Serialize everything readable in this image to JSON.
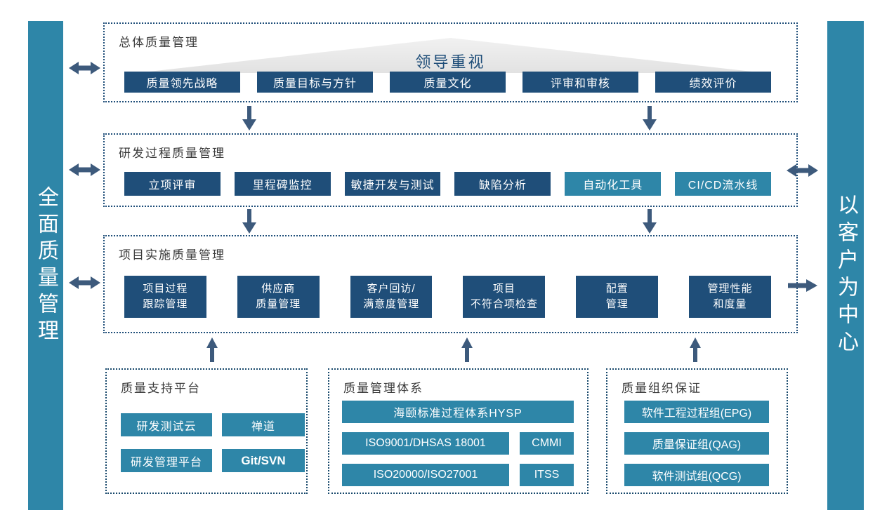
{
  "left_bar": {
    "label": "全面质量管理"
  },
  "right_bar": {
    "label": "以客户为中心"
  },
  "sections": {
    "overall": {
      "title": "总体质量管理",
      "banner": "领导重视",
      "items": [
        "质量领先战略",
        "质量目标与方针",
        "质量文化",
        "评审和审核",
        "绩效评价"
      ]
    },
    "rd": {
      "title": "研发过程质量管理",
      "items": [
        "立项评审",
        "里程碑监控",
        "敏捷开发与测试",
        "缺陷分析",
        "自动化工具",
        "CI/CD流水线"
      ]
    },
    "project": {
      "title": "项目实施质量管理",
      "items": [
        {
          "line1": "项目过程",
          "line2": "跟踪管理"
        },
        {
          "line1": "供应商",
          "line2": "质量管理"
        },
        {
          "line1": "客户回访/",
          "line2": "满意度管理"
        },
        {
          "line1": "项目",
          "line2": "不符合项检查"
        },
        {
          "line1": "配置",
          "line2": "管理"
        },
        {
          "line1": "管理性能",
          "line2": "和度量"
        }
      ]
    },
    "platform": {
      "title": "质量支持平台",
      "items": [
        "研发测试云",
        "禅道",
        "研发管理平台",
        "Git/SVN"
      ]
    },
    "system": {
      "title": "质量管理体系",
      "wide_item": "海颐标准过程体系HYSP",
      "row1": [
        "ISO9001/DHSAS 18001",
        "CMMI"
      ],
      "row2": [
        "ISO20000/ISO27001",
        "ITSS"
      ]
    },
    "organization": {
      "title": "质量组织保证",
      "items": [
        "软件工程过程组(EPG)",
        "质量保证组(QAG)",
        "软件测试组(QCG)"
      ]
    }
  },
  "colors": {
    "navy_block": "#1f4e79",
    "teal_block": "#2e86a8",
    "sidebar": "#2e86a8",
    "dotted_border": "#1f4e79",
    "arrow": "#3d5a7c",
    "triangle_fill": "#e9e9e9",
    "title_text": "#3b3b3b"
  }
}
